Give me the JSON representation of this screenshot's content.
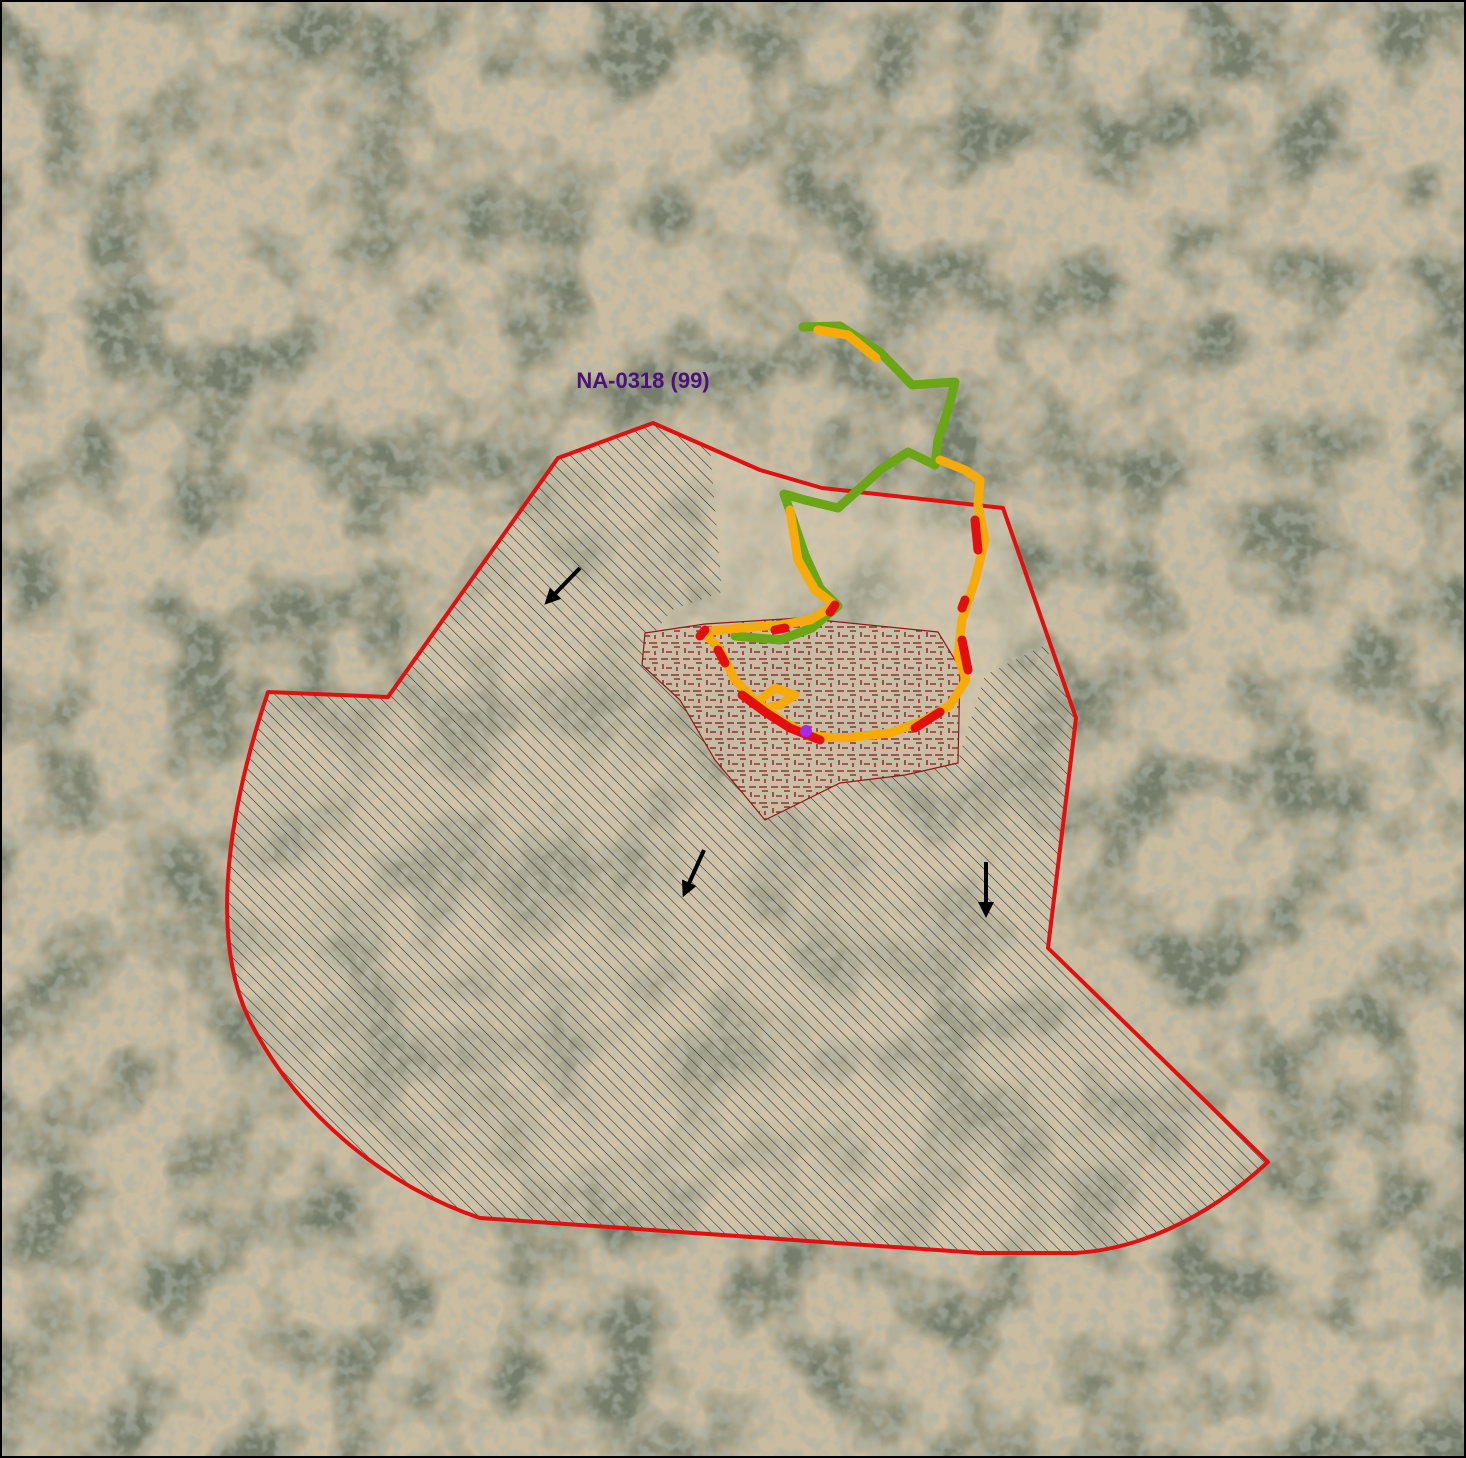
{
  "map": {
    "site_label": "NA-0318 (99)",
    "colors": {
      "label": "#4b1079",
      "boundary": "#e01010",
      "hatch": "#2a2a2a",
      "core_area": "#8b1a1a",
      "track_green": "#6aa616",
      "track_orange": "#f7ab0a",
      "track_red": "#e30f0f",
      "track_purple": "#a52be6",
      "arrow": "#000000",
      "imagery_terrain": "#c3b394",
      "imagery_vegetation": "#5e6853"
    },
    "features": [
      "site-boundary-polygon",
      "hatched-area",
      "core-area-polygon",
      "gps-track",
      "flow-direction-arrows"
    ]
  }
}
